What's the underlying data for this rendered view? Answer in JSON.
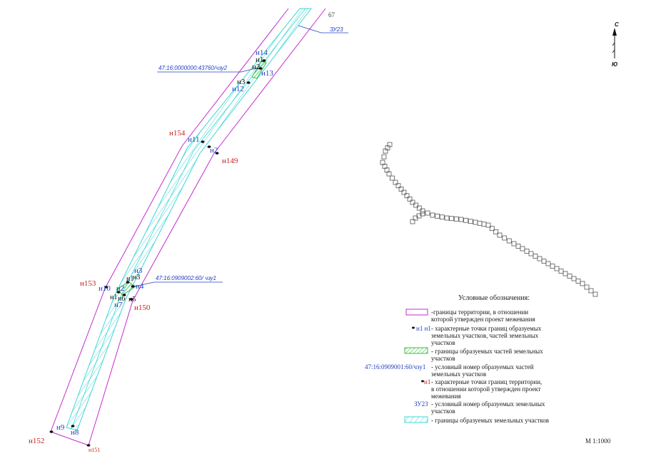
{
  "colors": {
    "boundary": "#c42ccf",
    "hatch": "#3fd6d6",
    "part_hatch": "#3dbb3d",
    "red": "#c81e1e",
    "blue": "#2142c4",
    "black": "#111111",
    "route": "#555555"
  },
  "sheet": {
    "page_number": "67",
    "scale": "М 1:1000"
  },
  "compass": {
    "north": "С",
    "south": "Ю",
    "icon": "north-arrow-icon"
  },
  "plot_callouts": {
    "zu": "ЗУ23",
    "chzu2": "47:16:0000000:43760/чзу2",
    "chzu1": "47:16:0909002:60/ чзу1"
  },
  "top_group": {
    "n14": "н14",
    "n1b": "н1",
    "n2b": "н2",
    "n13": "н13",
    "n3b": "н3",
    "n12": "н12"
  },
  "mid_group": {
    "n154": "н154",
    "n11": "н11",
    "n2": "н2",
    "n149": "н149"
  },
  "lower_group": {
    "n153": "н153",
    "n10": "н10",
    "n3": "н3",
    "n3b": "н3",
    "n1": "н1",
    "n4": "н4",
    "n2": "н2",
    "n6": "н6",
    "n5": "н5",
    "n1b": "н1",
    "n7": "н7",
    "n150": "н150"
  },
  "bottom_group": {
    "n9": "н9",
    "n8": "н8",
    "n152": "н152",
    "n151": "н151"
  },
  "legend": {
    "title": "Условные обозначения:",
    "items": [
      {
        "text": [
          "-границы территории, в отношении",
          "которой утвержден проект межевания"
        ]
      },
      {
        "symbol": "н1 н1",
        "text": [
          "- характерные точки границ  образуемых",
          "земельных участков, частей земельных",
          "участков"
        ]
      },
      {
        "text": [
          "- границы образуемых частей земельных",
          "участков"
        ]
      },
      {
        "symbol": "47:16:0909001:60/чзу1",
        "text": [
          "- условный номер образуемых частей",
          "земельных участков"
        ]
      },
      {
        "symbol": "н1",
        "text": [
          "-  характерные точки границ территории,",
          "в отношении которой утвержден проект",
          "межевания"
        ]
      },
      {
        "symbol": "ЗУ23",
        "text": [
          "- условный номер образуемых земельных",
          "участков"
        ]
      },
      {
        "text": [
          "- границы образуемых земельных участков"
        ]
      }
    ]
  }
}
